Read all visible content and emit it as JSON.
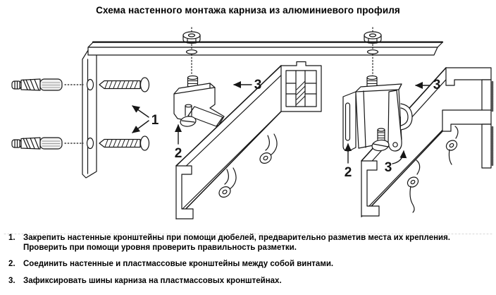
{
  "title": "Схема настенного монтажа карниза из алюминиевого профиля",
  "diagram": {
    "callouts": {
      "one": "1",
      "two_left": "2",
      "three_left": "3",
      "two_right": "2",
      "three_right": "3",
      "three_rail": "3"
    }
  },
  "instructions": {
    "items": [
      {
        "number": "1.",
        "line1": "Закрепить настенные кронштейны при помощи дюбелей, предварительно разметив места их крепления.",
        "line2": "Проверить при помощи уровня проверить правильность разметки."
      },
      {
        "number": "2.",
        "line1": "Соединить настенные и пластмассовые кронштейны между собой винтами."
      },
      {
        "number": "3.",
        "line1": "Зафиксировать шины карниза на пластмассовых кронштейнах."
      }
    ]
  },
  "colors": {
    "line": "#161616",
    "background": "#ffffff",
    "shade": "#c9c9c9",
    "faint_line": "#d6d6d6"
  }
}
